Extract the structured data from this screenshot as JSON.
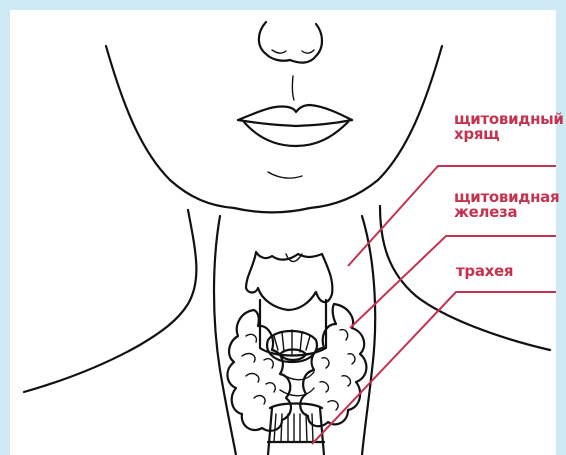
{
  "colors": {
    "background": "#cfe9f5",
    "canvas": "#ffffff",
    "ink": "#111111",
    "label": "#c4334f"
  },
  "labels": {
    "thyroid_cartilage": [
      "щитовидный",
      "хрящ"
    ],
    "thyroid_gland": [
      "щитовидная",
      "железа"
    ],
    "trachea": [
      "трахея"
    ]
  }
}
